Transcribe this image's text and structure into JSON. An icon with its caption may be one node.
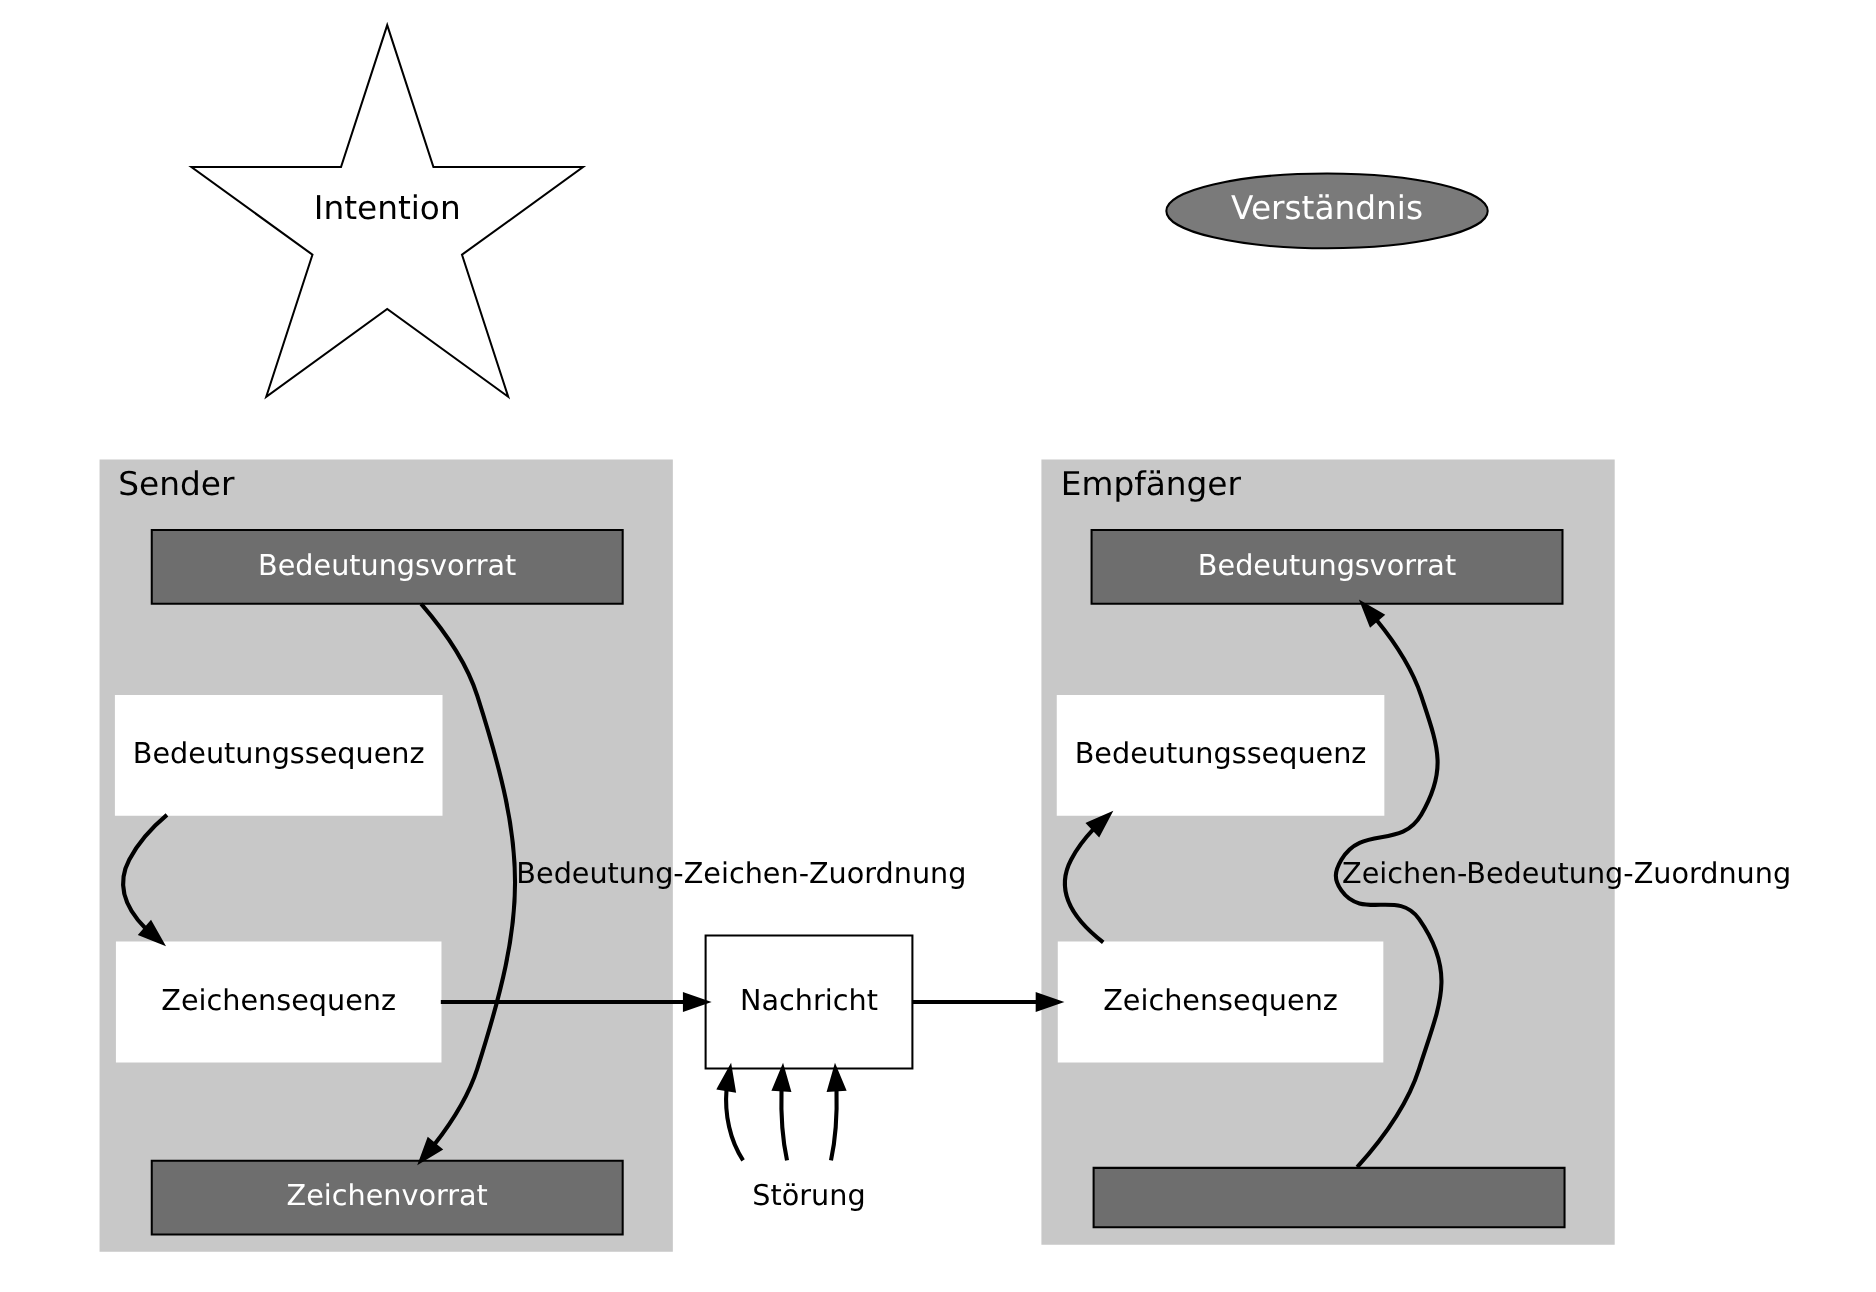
{
  "diagram": {
    "nodes": [
      {
        "text": [
          "Sender"
        ]
      },
      {
        "text": [
          "Intention"
        ]
      },
      {
        "text": [
          "Bedeutungsvorrat"
        ],
        "in": 0
      },
      {
        "text": [
          "Bedeutungssequenz"
        ],
        "in": 0
      },
      {
        "text": [
          "Zeichensequenz"
        ],
        "in": 0
      },
      {
        "text": [
          "Zeichenvorrat"
        ],
        "in": 0
      },
      {
        "text": [
          "Nachricht"
        ]
      },
      {
        "text": [
          "Störung"
        ]
      },
      {
        "text": [
          "Empfänger"
        ]
      },
      {
        "text": [
          "Verständnis"
        ]
      },
      {
        "text": [
          "Bedeutungsvorrat"
        ],
        "in": 8
      },
      {
        "text": [
          "Bedeutungssequenz"
        ],
        "in": 8
      },
      {
        "text": [
          "Zeichensequenz"
        ],
        "in": 8
      },
      {
        "text": [],
        "shape": "bar",
        "in": 8
      }
    ],
    "edges": [
      {
        "from": 2,
        "to": 5,
        "arrow": "to",
        "label": "Bedeutung-Zeichen-Zuordnung"
      },
      {
        "from": 3,
        "to": 4,
        "arrow": "to"
      },
      {
        "from": 4,
        "to": 6,
        "arrow": "to"
      },
      {
        "from": 7,
        "to": 6,
        "arrow": "to"
      },
      {
        "from": 7,
        "to": 6,
        "arrow": "to"
      },
      {
        "from": 7,
        "to": 6,
        "arrow": "to"
      },
      {
        "from": 6,
        "to": 12,
        "arrow": "to"
      },
      {
        "from": 12,
        "to": 11,
        "arrow": "to"
      },
      {
        "from": 13,
        "to": 10,
        "arrow": "to",
        "label": "Zeichen-Bedeutung-Zuordnung"
      }
    ]
  }
}
